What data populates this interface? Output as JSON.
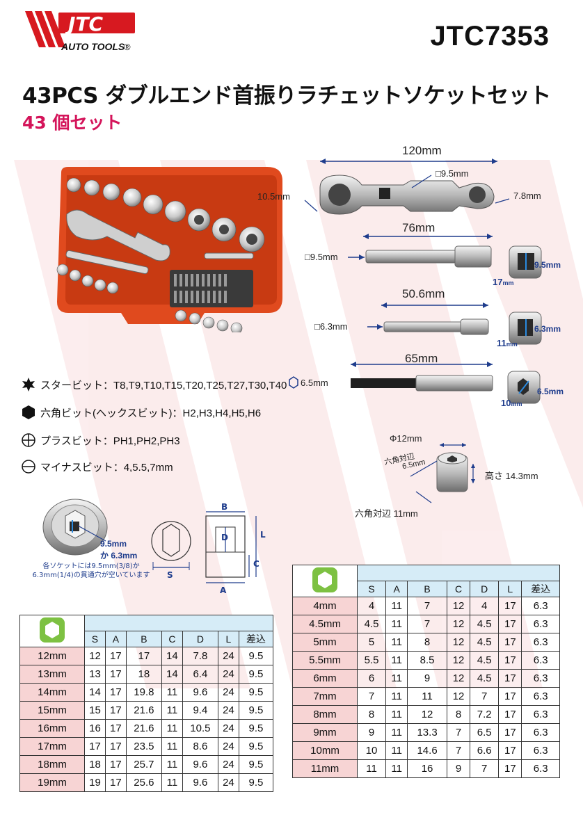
{
  "brand": {
    "name": "JTC",
    "tagline": "AUTO TOOLS",
    "registered": "®"
  },
  "model": "JTC7353",
  "title": "43PCS ダブルエンド首振りラチェットソケットセット",
  "subtitle": "43 個セット",
  "dims": {
    "ratchet_length": "120mm",
    "ratchet_square": "□9.5mm",
    "ratchet_left_thickness": "10.5mm",
    "ratchet_right_thickness": "7.8mm",
    "ext1_length": "76mm",
    "ext1_drive": "□9.5mm",
    "ext1_sq": "9.5mm",
    "ext1_depth": "17",
    "ext1_depth_unit": "mm",
    "ext2_length": "50.6mm",
    "ext2_drive": "□6.3mm",
    "ext2_sq": "6.3mm",
    "ext2_depth": "11",
    "ext2_depth_unit": "mm",
    "holder_length": "65mm",
    "holder_hex": "6.5mm",
    "holder_sq": "6.5mm",
    "holder_depth": "10",
    "holder_depth_unit": "mm",
    "adapter_dia": "Φ12mm",
    "adapter_inner_label": "六角対辺",
    "adapter_inner_value": "6.5mm",
    "adapter_height": "高さ 14.3mm",
    "adapter_outer": "六角対辺 11mm"
  },
  "bits": [
    {
      "icon": "star-bit-icon",
      "label": "スタービット：T8,T9,T10,T15,T20,T25,T27,T30,T40"
    },
    {
      "icon": "hex-bit-icon",
      "label": "六角ビット(ヘックスビット)：H2,H3,H4,H5,H6"
    },
    {
      "icon": "phillips-bit-icon",
      "label": "プラスビット：PH1,PH2,PH3"
    },
    {
      "icon": "slotted-bit-icon",
      "label": "マイナスビット：4,5.5,7mm"
    }
  ],
  "socket_diagram": {
    "drive_label_1": "9.5mm",
    "drive_label_2": "か 6.3mm",
    "note": "各ソケットには9.5mm(3/8)か6.3mm(1/4)の貫通穴が空いています",
    "letters": {
      "b": "B",
      "d": "D",
      "l": "L",
      "c": "C",
      "a": "A",
      "s": "S"
    }
  },
  "table_columns": [
    "S",
    "A",
    "B",
    "C",
    "D",
    "L",
    "差込"
  ],
  "table_left": [
    {
      "size": "12mm",
      "vals": [
        "12",
        "17",
        "17",
        "14",
        "7.8",
        "24",
        "9.5"
      ]
    },
    {
      "size": "13mm",
      "vals": [
        "13",
        "17",
        "18",
        "14",
        "6.4",
        "24",
        "9.5"
      ]
    },
    {
      "size": "14mm",
      "vals": [
        "14",
        "17",
        "19.8",
        "11",
        "9.6",
        "24",
        "9.5"
      ]
    },
    {
      "size": "15mm",
      "vals": [
        "15",
        "17",
        "21.6",
        "11",
        "9.4",
        "24",
        "9.5"
      ]
    },
    {
      "size": "16mm",
      "vals": [
        "16",
        "17",
        "21.6",
        "11",
        "10.5",
        "24",
        "9.5"
      ]
    },
    {
      "size": "17mm",
      "vals": [
        "17",
        "17",
        "23.5",
        "11",
        "8.6",
        "24",
        "9.5"
      ]
    },
    {
      "size": "18mm",
      "vals": [
        "18",
        "17",
        "25.7",
        "11",
        "9.6",
        "24",
        "9.5"
      ]
    },
    {
      "size": "19mm",
      "vals": [
        "19",
        "17",
        "25.6",
        "11",
        "9.6",
        "24",
        "9.5"
      ]
    }
  ],
  "table_right": [
    {
      "size": "4mm",
      "vals": [
        "4",
        "11",
        "7",
        "12",
        "4",
        "17",
        "6.3"
      ]
    },
    {
      "size": "4.5mm",
      "vals": [
        "4.5",
        "11",
        "7",
        "12",
        "4.5",
        "17",
        "6.3"
      ]
    },
    {
      "size": "5mm",
      "vals": [
        "5",
        "11",
        "8",
        "12",
        "4.5",
        "17",
        "6.3"
      ]
    },
    {
      "size": "5.5mm",
      "vals": [
        "5.5",
        "11",
        "8.5",
        "12",
        "4.5",
        "17",
        "6.3"
      ]
    },
    {
      "size": "6mm",
      "vals": [
        "6",
        "11",
        "9",
        "12",
        "4.5",
        "17",
        "6.3"
      ]
    },
    {
      "size": "7mm",
      "vals": [
        "7",
        "11",
        "11",
        "12",
        "7",
        "17",
        "6.3"
      ]
    },
    {
      "size": "8mm",
      "vals": [
        "8",
        "11",
        "12",
        "8",
        "7.2",
        "17",
        "6.3"
      ]
    },
    {
      "size": "9mm",
      "vals": [
        "9",
        "11",
        "13.3",
        "7",
        "6.5",
        "17",
        "6.3"
      ]
    },
    {
      "size": "10mm",
      "vals": [
        "10",
        "11",
        "14.6",
        "7",
        "6.6",
        "17",
        "6.3"
      ]
    },
    {
      "size": "11mm",
      "vals": [
        "11",
        "11",
        "16",
        "9",
        "7",
        "17",
        "6.3"
      ]
    }
  ],
  "colors": {
    "brand_red": "#d71920",
    "accent_pink": "#d4145a",
    "header_blue": "#d6ecf7",
    "row_pink": "#f7d4d4",
    "hex_green": "#7dc142"
  }
}
